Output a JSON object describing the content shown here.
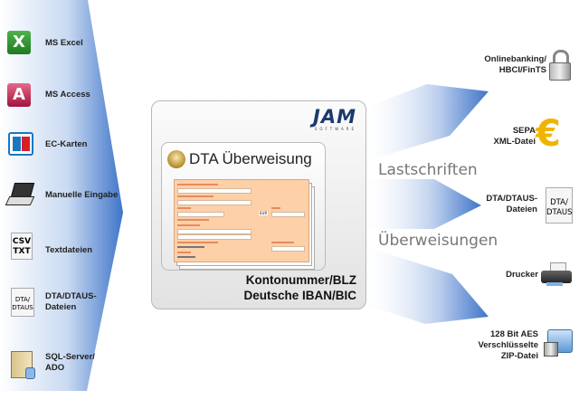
{
  "inputs": [
    {
      "label": "MS Excel",
      "icon": "excel-icon"
    },
    {
      "label": "MS Access",
      "icon": "access-icon"
    },
    {
      "label": "EC-Karten",
      "icon": "ec-card-icon"
    },
    {
      "label": "Manuelle Eingabe",
      "icon": "laptop-icon"
    },
    {
      "label": "Textdateien",
      "icon": "csv-txt-file-icon",
      "icon_text": [
        "CSV",
        "TXT"
      ]
    },
    {
      "label_lines": [
        "DTA/DTAUS-",
        "Dateien"
      ],
      "icon": "dta-file-icon",
      "icon_text": [
        "DTA/",
        "DTAUS"
      ]
    },
    {
      "label_lines": [
        "SQL-Server/",
        "ADO"
      ],
      "icon": "server-icon"
    }
  ],
  "center": {
    "logo": {
      "name": "JAM",
      "sub": "SOFTWARE"
    },
    "card_title": "DTA Überweisung",
    "form_currency": "EUR",
    "lines": [
      "Kontonummer/BLZ",
      "Deutsche IBAN/BIC"
    ]
  },
  "flows": [
    "Lastschriften",
    "Überweisungen"
  ],
  "outputs": [
    {
      "label_lines": [
        "Onlinebanking/",
        "HBCI/FinTS"
      ],
      "icon": "lock-icon"
    },
    {
      "label_lines": [
        "SEPA",
        "XML-Datei"
      ],
      "icon": "euro-icon",
      "icon_text": "€"
    },
    {
      "label_lines": [
        "DTA/DTAUS-",
        "Dateien"
      ],
      "icon": "dta-file-icon",
      "icon_text": [
        "DTA/",
        "DTAUS"
      ]
    },
    {
      "label_lines": [
        "Drucker"
      ],
      "icon": "printer-icon"
    },
    {
      "label_lines": [
        "128 Bit AES",
        "Verschlüsselte",
        "ZIP-Datei"
      ],
      "icon": "encrypted-mail-icon"
    }
  ],
  "colors": {
    "accent_blue": "#3f75c9",
    "euro": "#f0b400",
    "form": "#fdd0a8"
  }
}
